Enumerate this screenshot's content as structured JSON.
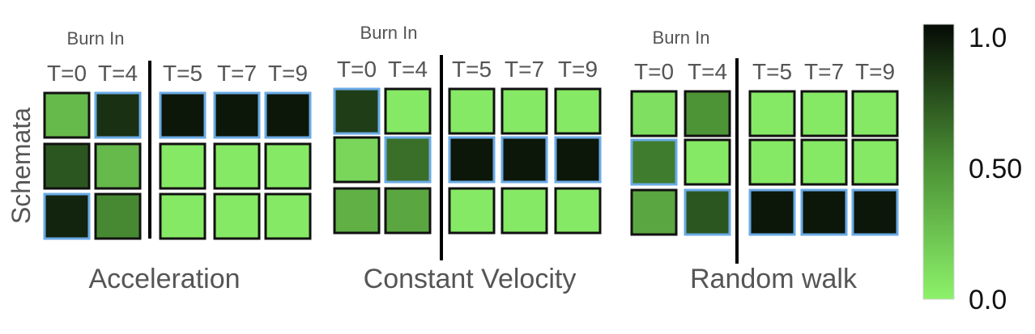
{
  "chart_data": {
    "type": "heatmap",
    "ylabel": "Schemata",
    "colorscale": {
      "low_color": "#8cf26a",
      "mid_color": "#4a8f34",
      "high_color": "#050a05",
      "range": [
        0.0,
        1.05
      ],
      "ticks": [
        {
          "value": 1.0,
          "label": "1.0"
        },
        {
          "value": 0.5,
          "label": "0.50"
        },
        {
          "value": 0.0,
          "label": "0.0"
        }
      ]
    },
    "border_colors": {
      "burn_in_highlight": "#6aaae6",
      "max_highlight": "#6aaae6",
      "default": "#111111"
    },
    "panels": [
      {
        "title": "Acceleration",
        "burn_in_label": "Burn In",
        "columns": [
          "T=0",
          "T=4",
          "T=5",
          "T=7",
          "T=9"
        ],
        "burn_in_columns": 2,
        "values": [
          [
            0.3,
            0.9,
            1.0,
            1.0,
            1.0
          ],
          [
            0.75,
            0.3,
            0.05,
            0.05,
            0.05
          ],
          [
            0.95,
            0.55,
            0.05,
            0.05,
            0.05
          ]
        ],
        "highlighted": [
          [
            false,
            true,
            true,
            true,
            true
          ],
          [
            false,
            false,
            false,
            false,
            false
          ],
          [
            true,
            false,
            false,
            false,
            false
          ]
        ]
      },
      {
        "title": "Constant Velocity",
        "burn_in_label": "Burn In",
        "columns": [
          "T=0",
          "T=4",
          "T=5",
          "T=7",
          "T=9"
        ],
        "burn_in_columns": 2,
        "values": [
          [
            0.85,
            0.05,
            0.05,
            0.05,
            0.05
          ],
          [
            0.15,
            0.65,
            1.0,
            1.0,
            1.0
          ],
          [
            0.35,
            0.4,
            0.05,
            0.05,
            0.05
          ]
        ],
        "highlighted": [
          [
            true,
            false,
            false,
            false,
            false
          ],
          [
            false,
            true,
            true,
            true,
            true
          ],
          [
            false,
            false,
            false,
            false,
            false
          ]
        ]
      },
      {
        "title": "Random walk",
        "burn_in_label": "Burn In",
        "columns": [
          "T=0",
          "T=4",
          "T=5",
          "T=7",
          "T=9"
        ],
        "burn_in_columns": 2,
        "values": [
          [
            0.1,
            0.5,
            0.05,
            0.05,
            0.05
          ],
          [
            0.6,
            0.05,
            0.05,
            0.05,
            0.05
          ],
          [
            0.4,
            0.75,
            1.0,
            1.0,
            1.0
          ]
        ],
        "highlighted": [
          [
            false,
            false,
            false,
            false,
            false
          ],
          [
            true,
            false,
            false,
            false,
            false
          ],
          [
            false,
            true,
            true,
            true,
            true
          ]
        ]
      }
    ]
  }
}
